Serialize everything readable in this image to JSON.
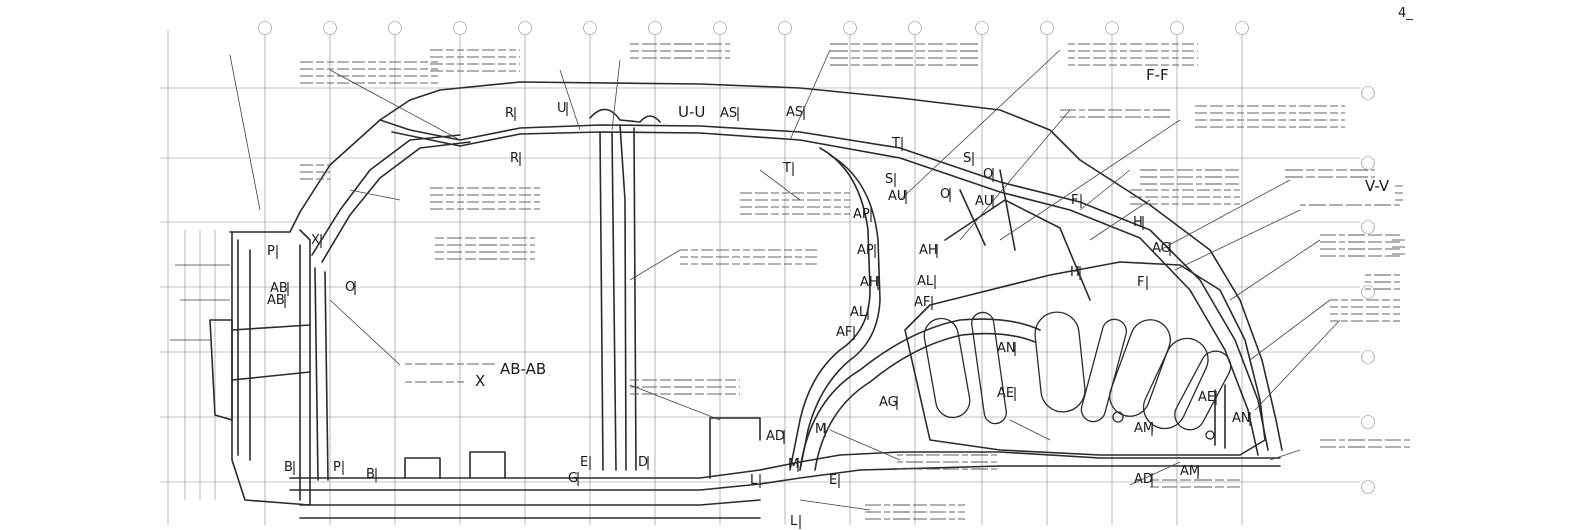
{
  "sheet_mark": "4_",
  "section_labels": {
    "uu": "U-U",
    "ff": "F-F",
    "vv": "V-V",
    "abab": "AB-AB",
    "x": "X"
  },
  "letter_markers": [
    "R",
    "U",
    "R",
    "AS",
    "AS",
    "T",
    "T",
    "S",
    "S",
    "O",
    "O",
    "AU",
    "AU",
    "AP",
    "AP",
    "AH",
    "AH",
    "AL",
    "AL",
    "AF",
    "AF",
    "AG",
    "AG",
    "F",
    "F",
    "H",
    "H",
    "AN",
    "AN",
    "AE",
    "AE",
    "AM",
    "AM",
    "AD",
    "AD",
    "M",
    "M",
    "L",
    "L",
    "E",
    "E",
    "D",
    "G",
    "B",
    "B",
    "P",
    "P",
    "AB",
    "AB",
    "O",
    "X"
  ],
  "colors": {
    "line": "#2b2b2b",
    "grid": "#8c8c8c",
    "background": "#ffffff"
  }
}
